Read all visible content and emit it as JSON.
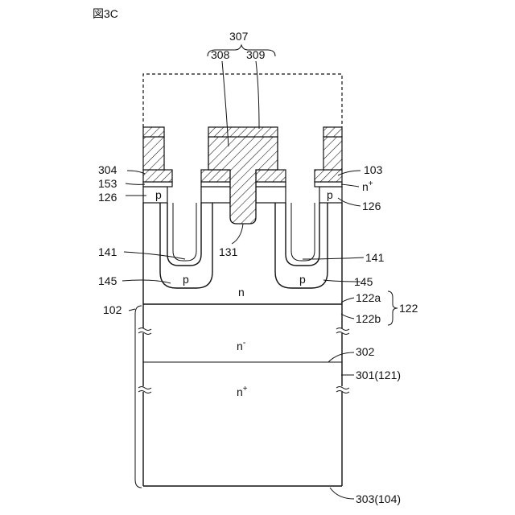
{
  "figure": {
    "title": "図3C",
    "labels": {
      "l307": "307",
      "l308": "308",
      "l309": "309",
      "l304": "304",
      "l153": "153",
      "l126_left": "126",
      "l103": "103",
      "l_nplus_top": "n",
      "l_nplus_top_sup": "+",
      "l126_right": "126",
      "l141_left": "141",
      "l131": "131",
      "l141_right": "141",
      "l145_left": "145",
      "l145_right": "145",
      "l_p_left": "p",
      "l_p_right": "p",
      "l_p_top_left": "p",
      "l_p_top_right": "p",
      "l_n": "n",
      "l122a": "122a",
      "l122": "122",
      "l102": "102",
      "l122b": "122b",
      "l_nminus": "n",
      "l_nminus_sup": "-",
      "l302": "302",
      "l301": "301(121)",
      "l_nplus_sub": "n",
      "l_nplus_sub_sup": "+",
      "l303": "303(104)"
    }
  }
}
